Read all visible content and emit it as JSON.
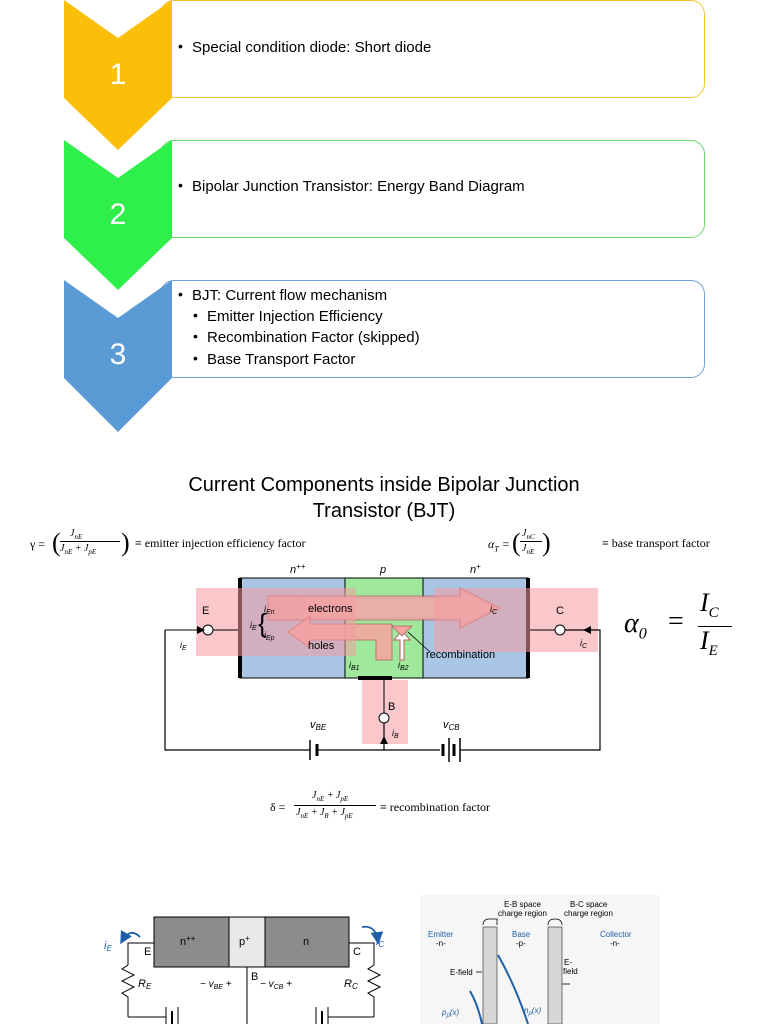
{
  "steps": [
    {
      "number": "1",
      "color": "#fbbf0a",
      "border": "#f2c632",
      "items": [
        {
          "text": "Special condition diode: Short diode",
          "level": 1
        }
      ]
    },
    {
      "number": "2",
      "color": "#2ff04a",
      "border": "#69d86e",
      "items": [
        {
          "text": "Bipolar Junction Transistor: Energy Band Diagram",
          "level": 1
        }
      ]
    },
    {
      "number": "3",
      "color": "#5b9bd5",
      "border": "#6fa3d8",
      "items": [
        {
          "text": "BJT: Current flow mechanism",
          "level": 1
        },
        {
          "text": "Emitter Injection Efficiency",
          "level": 2
        },
        {
          "text": "Recombination Factor (skipped)",
          "level": 2
        },
        {
          "text": "Base Transport Factor",
          "level": 2
        }
      ]
    }
  ],
  "figure1": {
    "title_line1": "Current Components inside Bipolar Junction",
    "title_line2": "Transistor (BJT)",
    "gamma_lhs": "γ =",
    "gamma_num": "J",
    "gamma_desc": "≡ emitter injection efficiency factor",
    "alphaT_desc": "≡ base transport factor",
    "alpha0_lhs": "α",
    "alpha0_sub": "0",
    "alpha0_num": "I",
    "alpha0_num_sub": "C",
    "alpha0_den": "I",
    "alpha0_den_sub": "E",
    "delta_lhs": "δ =",
    "delta_desc": "≡ recombination factor",
    "labels": {
      "n_emitter": "n",
      "n_emitter_sup": "++",
      "p_base": "p",
      "n_collector": "n",
      "n_collector_sup": "+",
      "E": "E",
      "C": "C",
      "B": "B",
      "electrons": "electrons",
      "holes": "holes",
      "recombination": "recombination",
      "vBE": "v",
      "vBE_sub": "BE",
      "vCB": "v",
      "vCB_sub": "CB"
    }
  },
  "figure2": {
    "n_emitter": "n",
    "n_emitter_sup": "++",
    "p_base": "p",
    "p_base_sup": "+",
    "n_collector": "n",
    "E": "E",
    "B": "B",
    "C": "C",
    "RE": "R",
    "RE_sub": "E",
    "RC": "R",
    "RC_sub": "C",
    "iE": "i",
    "iE_sub": "E",
    "iC": "i",
    "iC_sub": "C",
    "vBE_text": "−  v",
    "vBE_sub": "BE",
    "vCB_text": "v",
    "vCB_sub": "CB"
  },
  "figure3": {
    "eb_region_line1": "E-B space",
    "eb_region_line2": "charge region",
    "bc_region_line1": "B-C space",
    "bc_region_line2": "charge region",
    "emitter": "Emitter",
    "emitter_type": "-n-",
    "base": "Base",
    "base_type": "-p-",
    "collector": "Collector",
    "collector_type": "-n-",
    "efield1": "E-field",
    "efield2_line1": "E-",
    "efield2_line2": "field",
    "pp": "p",
    "np": "n",
    "pp_arg": "(x)",
    "np_arg": "(x)"
  },
  "colors": {
    "emitter_blue": "#a9c6e4",
    "base_green": "#9fe89c",
    "pink_overlay": "#f59aa0",
    "arrow_fill": "#f4a5a0",
    "gray_arrow": "#c9c9c9",
    "plot_blue": "#1f5fa8"
  }
}
